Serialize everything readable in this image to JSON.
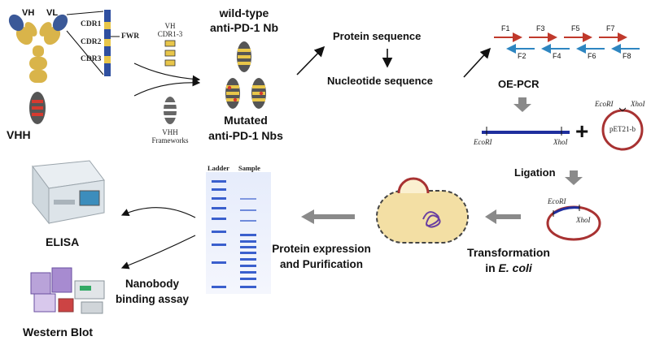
{
  "antibody": {
    "vh": "VH",
    "vl": "VL",
    "cdr1": "CDR1",
    "cdr2": "CDR2",
    "cdr3": "CDR3",
    "fwr": "FWR",
    "vhh": "VHH"
  },
  "intermediate": {
    "vh_label": "VH",
    "cdr_range": "CDR1-3",
    "vhh_label": "VHH",
    "frameworks": "Frameworks"
  },
  "nanobodies": {
    "wildtype_line1": "wild-type",
    "wildtype_line2": "anti-PD-1 Nb",
    "mutated_line1": "Mutated",
    "mutated_line2": "anti-PD-1 Nbs"
  },
  "sequence": {
    "protein": "Protein sequence",
    "nucleotide": "Nucleotide sequence"
  },
  "primers": {
    "forward": [
      "F1",
      "F3",
      "F5",
      "F7"
    ],
    "reverse": [
      "F2",
      "F4",
      "F6",
      "F8"
    ]
  },
  "pcr": {
    "label": "OE-PCR"
  },
  "cloning": {
    "ecori": "EcoRI",
    "xhoi": "XhoI",
    "plus": "+",
    "plasmid": "pET21-b",
    "ligation": "Ligation",
    "transformation_line1": "Transformation",
    "transformation_line2_prefix": "in ",
    "transformation_line2_italic": "E. coli"
  },
  "gel": {
    "ladder": "Ladder",
    "sample": "Sample"
  },
  "expression": {
    "line1": "Protein expression",
    "line2": "and Purification"
  },
  "assays": {
    "elisa": "ELISA",
    "binding_line1": "Nanobody",
    "binding_line2": "binding assay",
    "western": "Western Blot"
  },
  "colors": {
    "antibody_gold": "#d9b44a",
    "antibody_blue": "#3b5998",
    "forward_primer": "#c0392b",
    "reverse_primer": "#2e86c1",
    "dna": "#1f2f9e",
    "plasmid": "#a83232",
    "cell_fill": "#f3dfa4",
    "gel_band": "#3a5fcd",
    "arrow_gray": "#777777"
  }
}
